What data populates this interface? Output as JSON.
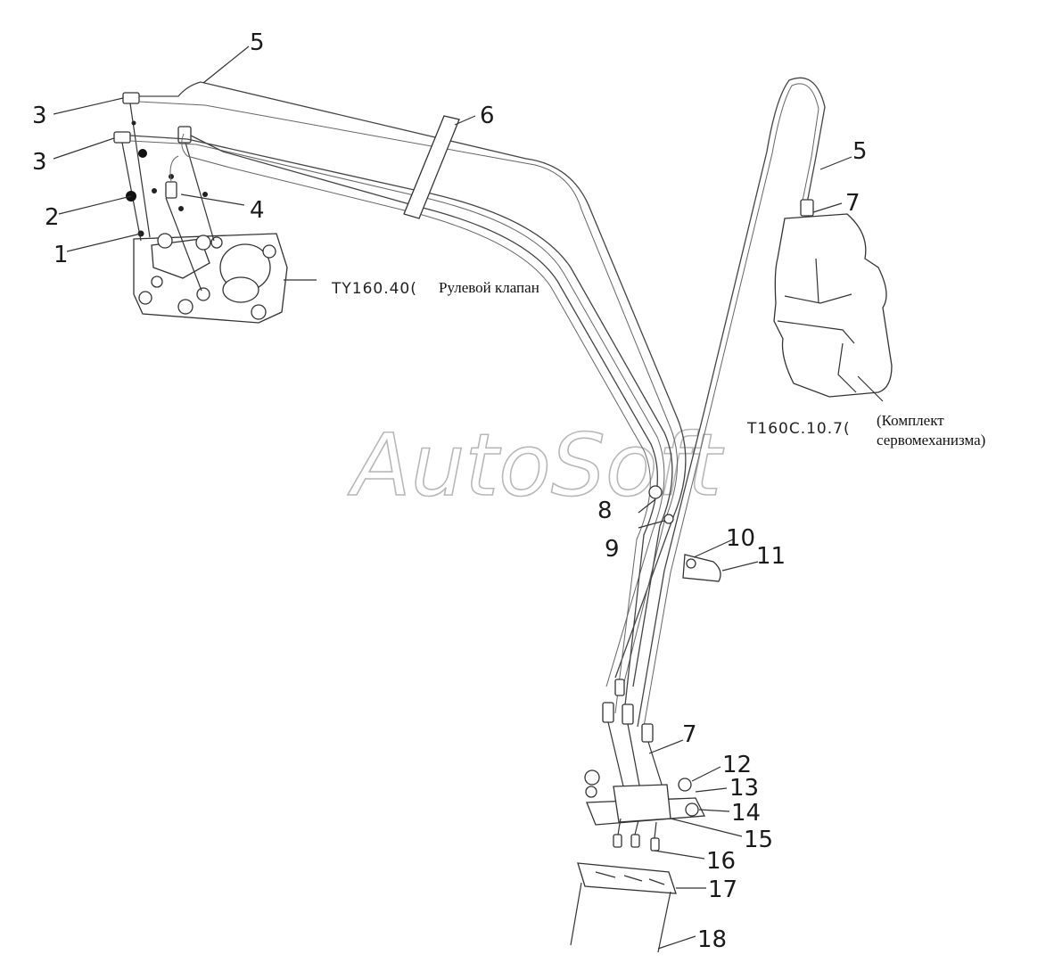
{
  "watermark": "AutoSoft",
  "labels": {
    "l1": "1",
    "l2": "2",
    "l3a": "3",
    "l3b": "3",
    "l4": "4",
    "l5a": "5",
    "l5b": "5",
    "l6": "6",
    "l7a": "7",
    "l7b": "7",
    "l8": "8",
    "l9": "9",
    "l10": "10",
    "l11": "11",
    "l12": "12",
    "l13": "13",
    "l14": "14",
    "l15": "15",
    "l16": "16",
    "l17": "17",
    "l18": "18"
  },
  "callouts": {
    "steering_code": "TY160.40(",
    "steering_name": "Рулевой клапан",
    "servo_code": "T160C.10.7(",
    "servo_name_1": "(Комплект",
    "servo_name_2": "сервомеханизма)"
  },
  "colors": {
    "line": "#333333",
    "watermark": "#b8b8b8"
  }
}
